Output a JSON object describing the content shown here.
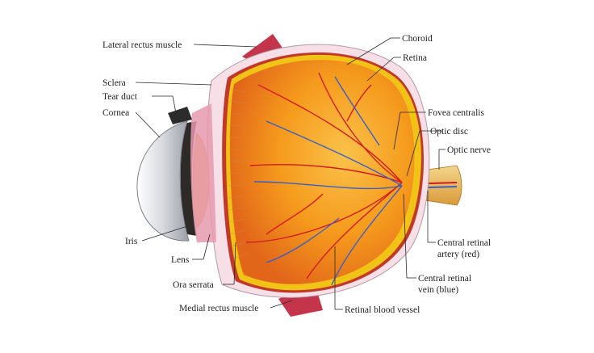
{
  "diagram": {
    "labels": {
      "lateral_rectus": "Lateral rectus muscle",
      "sclera": "Sclera",
      "tear_duct": "Tear duct",
      "cornea": "Cornea",
      "iris": "Iris",
      "lens": "Lens",
      "ora_serrata": "Ora serrata",
      "medial_rectus": "Medial rectus muscle",
      "choroid": "Choroid",
      "retina": "Retina",
      "fovea": "Fovea centralis",
      "optic_disc": "Optic disc",
      "optic_nerve": "Optic nerve",
      "central_artery_1": "Central retinal",
      "central_artery_2": "artery (red)",
      "central_vein_1": "Central retinal",
      "central_vein_2": "vein (blue)",
      "blood_vessel": "Retinal blood vessel"
    },
    "colors": {
      "vitreous": "#f59a1c",
      "vitreous_light": "#fbc24a",
      "vitreous_dark": "#e2661a",
      "retina": "#f2c317",
      "choroid": "#c0392b",
      "sclera": "#f6dfe6",
      "muscle": "#c4344a",
      "artery": "#d21c1c",
      "vein": "#3a5fc4",
      "cornea": "#c9ccd1",
      "nerve": "#e9b95a"
    }
  }
}
